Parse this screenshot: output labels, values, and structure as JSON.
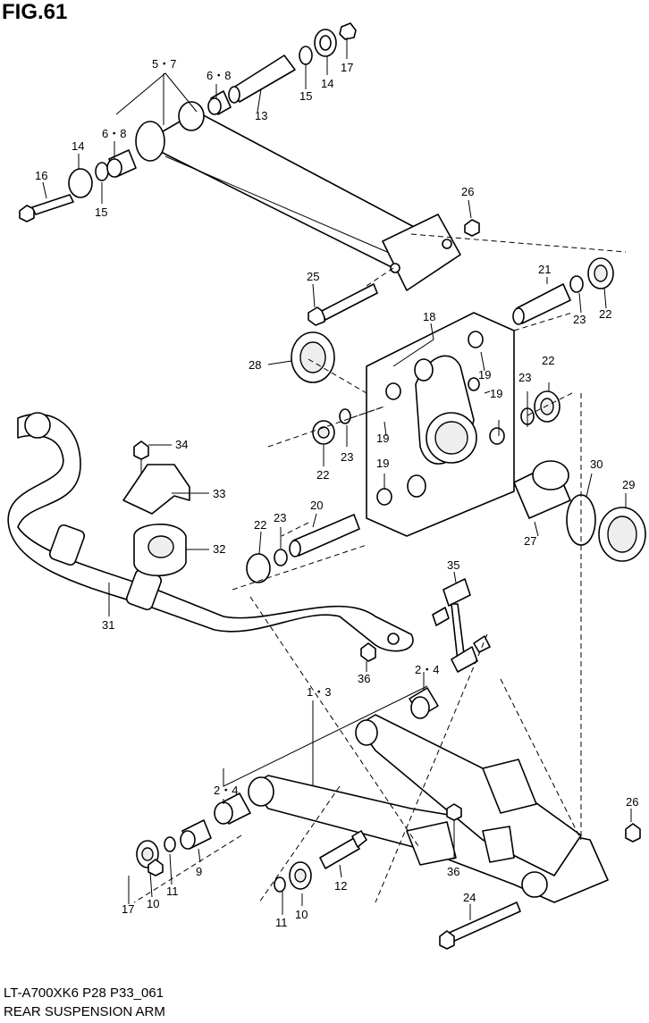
{
  "figure": {
    "title": "FIG.61"
  },
  "footer": {
    "model_line": "LT-A700XK6 P28 P33_061",
    "caption": "REAR SUSPENSION ARM"
  },
  "callouts": {
    "c5_7": "5・7",
    "c6_8a": "6・8",
    "c17a": "17",
    "c14a": "14",
    "c15a": "15",
    "c13": "13",
    "c6_8b": "6・8",
    "c14b": "14",
    "c16": "16",
    "c15b": "15",
    "c26a": "26",
    "c25": "25",
    "c21": "21",
    "c23a": "23",
    "c22a": "22",
    "c18": "18",
    "c28": "28",
    "c19a": "19",
    "c23b": "23",
    "c22b": "22",
    "c19b": "19",
    "c19c": "19",
    "c19d": "19",
    "c22c": "22",
    "c23c": "23",
    "c34": "34",
    "c33": "33",
    "c30": "30",
    "c29": "29",
    "c20": "20",
    "c22d": "22",
    "c23d": "23",
    "c27": "27",
    "c32": "32",
    "c35": "35",
    "c31": "31",
    "c36a": "36",
    "c2_4a": "2・4",
    "c1_3": "1・3",
    "c2_4b": "2・4",
    "c26b": "26",
    "c36b": "36",
    "c9": "9",
    "c12": "12",
    "c17b": "17",
    "c10a": "10",
    "c11a": "11",
    "c11b": "11",
    "c10b": "10",
    "c24": "24"
  }
}
